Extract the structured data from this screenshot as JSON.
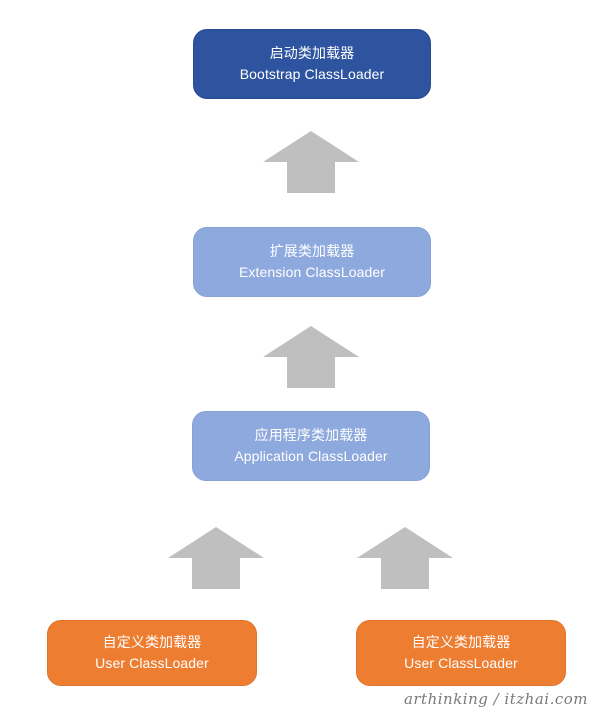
{
  "nodes": {
    "bootstrap": {
      "title_cn": "启动类加载器",
      "title_en": "Bootstrap ClassLoader"
    },
    "extension": {
      "title_cn": "扩展类加载器",
      "title_en": "Extension ClassLoader"
    },
    "application": {
      "title_cn": "应用程序类加载器",
      "title_en": "Application ClassLoader"
    },
    "user_left": {
      "title_cn": "自定义类加载器",
      "title_en": "User ClassLoader"
    },
    "user_right": {
      "title_cn": "自定义类加载器",
      "title_en": "User ClassLoader"
    }
  },
  "colors": {
    "bootstrap_fill": "#2e54a0",
    "extension_fill": "#8ea9de",
    "application_fill": "#8ea9de",
    "user_fill": "#ed7d31",
    "arrow_fill": "#bfbfbf",
    "text": "#ffffff"
  },
  "watermark": "arthinking / itzhai.com"
}
